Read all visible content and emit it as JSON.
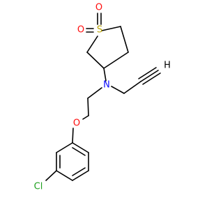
{
  "atoms": {
    "o_top": {
      "label": "O",
      "color": "#ff0d0d"
    },
    "s": {
      "label": "S",
      "color": "#b8a200"
    },
    "o_left": {
      "label": "O",
      "color": "#ff0d0d"
    },
    "n": {
      "label": "N",
      "color": "#0c0cff"
    },
    "h": {
      "label": "H",
      "color": "#000000"
    },
    "o_ether": {
      "label": "O",
      "color": "#ff0d0d"
    },
    "cl": {
      "label": "Cl",
      "color": "#1fa01f"
    }
  }
}
